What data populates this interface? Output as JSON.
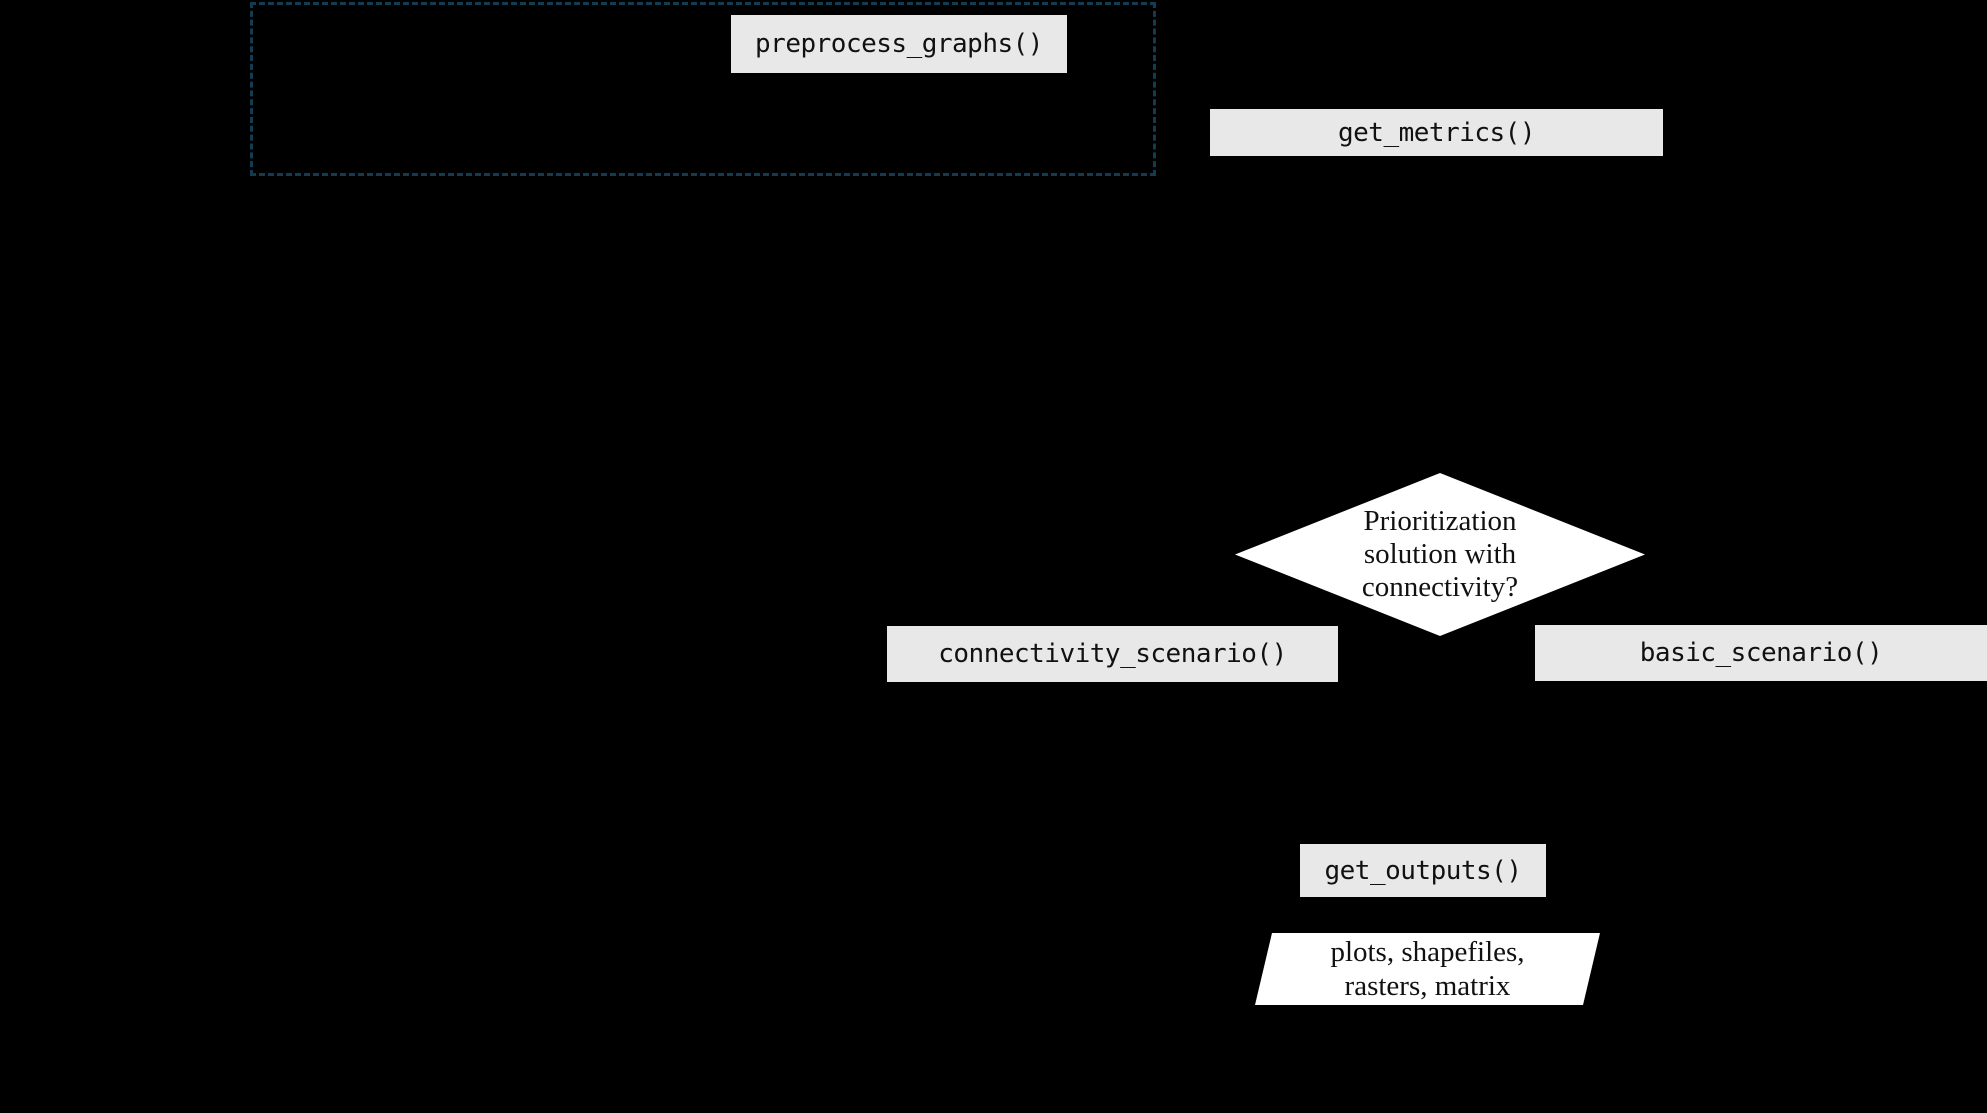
{
  "colors": {
    "background": "#000000",
    "box_fill": "#e8e8e8",
    "shape_fill": "#ffffff",
    "dashed_border": "#143c50",
    "text": "#111111"
  },
  "nodes": {
    "preprocess": {
      "label": "preprocess_graphs()",
      "type": "function"
    },
    "get_metrics": {
      "label": "get_metrics()",
      "type": "function"
    },
    "decision": {
      "label": "Prioritization solution with connectivity?",
      "type": "decision",
      "lines": [
        "Prioritization",
        "solution with",
        "connectivity?"
      ]
    },
    "connectivity_scenario": {
      "label": "connectivity_scenario()",
      "type": "function"
    },
    "basic_scenario": {
      "label": "basic_scenario()",
      "type": "function"
    },
    "get_outputs": {
      "label": "get_outputs()",
      "type": "function"
    },
    "outputs": {
      "label": "plots, shapefiles, rasters, matrix",
      "type": "input-output",
      "lines": [
        "plots, shapefiles,",
        "rasters, matrix"
      ]
    }
  }
}
